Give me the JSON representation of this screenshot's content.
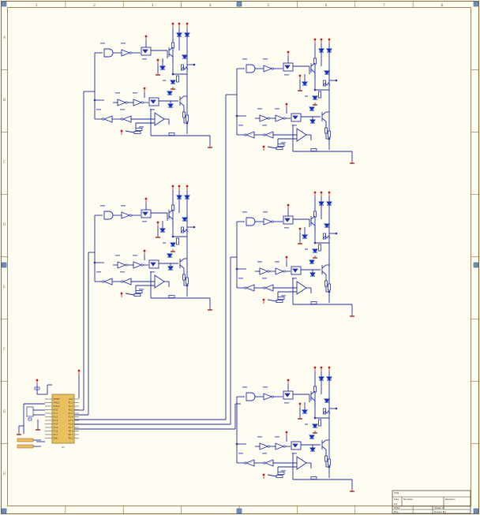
{
  "sheet": {
    "zone_columns": [
      "1",
      "2",
      "3",
      "4",
      "5",
      "6",
      "7",
      "8"
    ],
    "zone_rows": [
      "A",
      "B",
      "C",
      "D",
      "E",
      "F",
      "G",
      "H"
    ]
  },
  "colors": {
    "background": "#fffdf2",
    "wire": "#1c2a9e",
    "frame": "#8a6a3a",
    "power_port": "#c21b1b",
    "ground": "#8a1a1a",
    "component": "#2030b0",
    "zener": "#1030c0",
    "connector": "#e8c060",
    "selection_handle": "#6e8fb8"
  },
  "title_block": {
    "cells": [
      {
        "key": "title_label",
        "text": "Title"
      },
      {
        "key": "size_label",
        "text": "Size"
      },
      {
        "key": "number_label",
        "text": "Number"
      },
      {
        "key": "revision_label",
        "text": "Revision"
      },
      {
        "key": "size_value",
        "text": "A4"
      },
      {
        "key": "date_label",
        "text": "Date:"
      },
      {
        "key": "file_label",
        "text": "File:"
      },
      {
        "key": "sheet_label",
        "text": "Sheet   of"
      },
      {
        "key": "drawn_label",
        "text": "Drawn By:"
      }
    ]
  },
  "controller": {
    "name": "U1",
    "pins_left": [
      "RESET",
      "XTAL1",
      "XTAL2",
      "P3.0",
      "P3.1",
      "P3.2",
      "P3.3",
      "P3.4",
      "P3.5",
      "P3.6",
      "P3.7",
      "GND"
    ],
    "pins_right": [
      "VCC",
      "P1.0",
      "P1.1",
      "P1.2",
      "P1.3",
      "P1.4",
      "P1.5",
      "P1.6",
      "P1.7",
      "P0.0",
      "P0.1",
      "P0.2"
    ]
  },
  "channels": [
    {
      "id": "ch1",
      "col": "left",
      "row": 0
    },
    {
      "id": "ch2",
      "col": "left",
      "row": 1
    },
    {
      "id": "ch3",
      "col": "right",
      "row": 0
    },
    {
      "id": "ch4",
      "col": "right",
      "row": 1
    },
    {
      "id": "ch5",
      "col": "right",
      "row": 2
    }
  ]
}
